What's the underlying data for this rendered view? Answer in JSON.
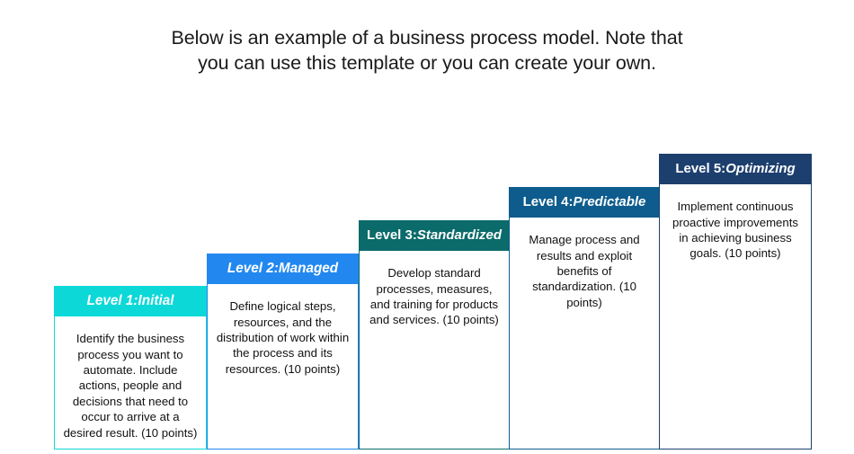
{
  "title": {
    "line1": "Below is an example of a business process model. Note that",
    "line2": "you can use this template or you can create your own."
  },
  "diagram": {
    "type": "staircase-maturity-model",
    "levels": [
      {
        "id": "level-1",
        "label_number": "Level 1:",
        "label_name": " Initial",
        "header_italic_all": true,
        "header_color": "#0CD8D8",
        "body": "Identify the business process you want to automate. Include actions, people and decisions that need to occur to arrive at a desired result. (10 points)",
        "points": "10 points"
      },
      {
        "id": "level-2",
        "label_number": "Level 2:",
        "label_name": " Managed",
        "header_italic_all": true,
        "header_color": "#2288F0",
        "body": "Define logical steps, resources, and the distribution of work within the process and its resources. (10 points)",
        "points": "10 points"
      },
      {
        "id": "level-3",
        "label_number": "Level 3:",
        "label_name": " Standardized",
        "header_italic_all": false,
        "header_color": "#0B6A6A",
        "body": "Develop standard processes, measures, and training for products and services. (10 points)",
        "points": "10 points"
      },
      {
        "id": "level-4",
        "label_number": "Level 4:",
        "label_name": " Predictable",
        "header_italic_all": false,
        "header_color": "#0E5C8D",
        "body": "Manage process and results and exploit benefits of standardization. (10 points)",
        "points": "10 points"
      },
      {
        "id": "level-5",
        "label_number": "Level 5:",
        "label_name": " Optimizing",
        "header_italic_all": false,
        "header_color": "#1D3F6E",
        "body": "Implement continuous proactive improvements in achieving business goals. (10 points)",
        "points": "10 points"
      }
    ]
  }
}
